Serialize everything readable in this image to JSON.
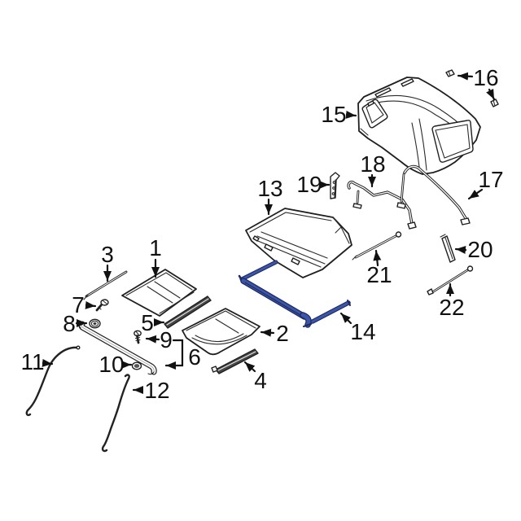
{
  "diagram": {
    "background": "#ffffff",
    "line_color": "#1f1f1f",
    "highlight_fill": "#3c55a5",
    "highlight_outline": "#1d2a66",
    "highlighted_callout": "14",
    "callouts": [
      {
        "num": "1"
      },
      {
        "num": "2"
      },
      {
        "num": "3"
      },
      {
        "num": "4"
      },
      {
        "num": "5"
      },
      {
        "num": "6"
      },
      {
        "num": "7"
      },
      {
        "num": "8"
      },
      {
        "num": "9"
      },
      {
        "num": "10"
      },
      {
        "num": "11"
      },
      {
        "num": "12"
      },
      {
        "num": "13"
      },
      {
        "num": "14"
      },
      {
        "num": "15"
      },
      {
        "num": "16"
      },
      {
        "num": "17"
      },
      {
        "num": "18"
      },
      {
        "num": "19"
      },
      {
        "num": "20"
      },
      {
        "num": "21"
      },
      {
        "num": "22"
      }
    ]
  }
}
